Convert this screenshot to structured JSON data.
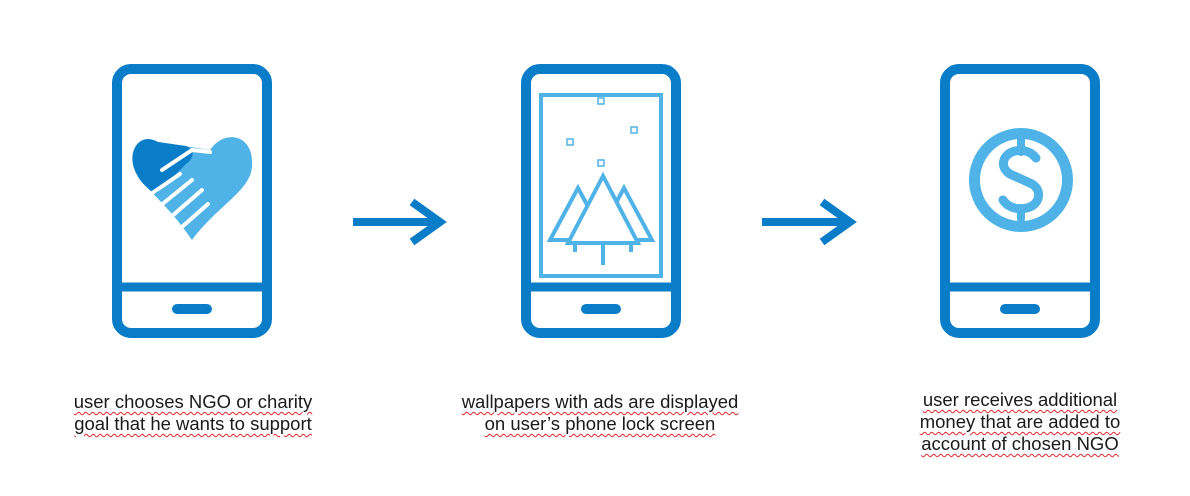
{
  "colors": {
    "phone_blue": "#0a7dc8",
    "light_blue": "#4fb3e8",
    "background": "#ffffff",
    "caption_text": "#1a1a1a",
    "spellcheck_underline": "#e0262b"
  },
  "steps": [
    {
      "icon": "handshake-heart-icon",
      "caption_lines": [
        "user chooses NGO or charity",
        "goal that he wants to support"
      ]
    },
    {
      "icon": "wallpaper-trees-icon",
      "caption_lines": [
        "wallpapers with ads are displayed",
        "on user’s phone lock screen"
      ]
    },
    {
      "icon": "dollar-coin-icon",
      "caption_lines": [
        "user receives additional",
        "money that are added to",
        "account of chosen NGO"
      ]
    }
  ],
  "connectors": [
    "arrow-right-icon",
    "arrow-right-icon"
  ]
}
